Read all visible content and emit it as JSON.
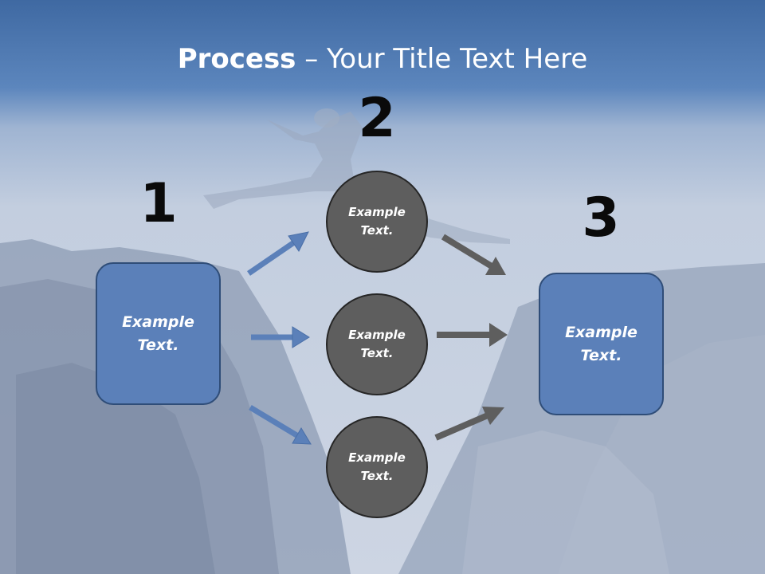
{
  "title": {
    "bold": "Process",
    "rest": " – Your Title Text Here"
  },
  "steps": {
    "one": {
      "number": "1",
      "text": "Example Text."
    },
    "two": {
      "number": "2"
    },
    "three": {
      "number": "3",
      "text": "Example Text."
    }
  },
  "circles": [
    {
      "text": "Example Text."
    },
    {
      "text": "Example Text."
    },
    {
      "text": "Example Text."
    }
  ],
  "colors": {
    "blue_box": "#5b80b9",
    "blue_arrow": "#5b80b9",
    "gray_circle": "#5e5e5e",
    "gray_arrow": "#5e5e5e"
  }
}
